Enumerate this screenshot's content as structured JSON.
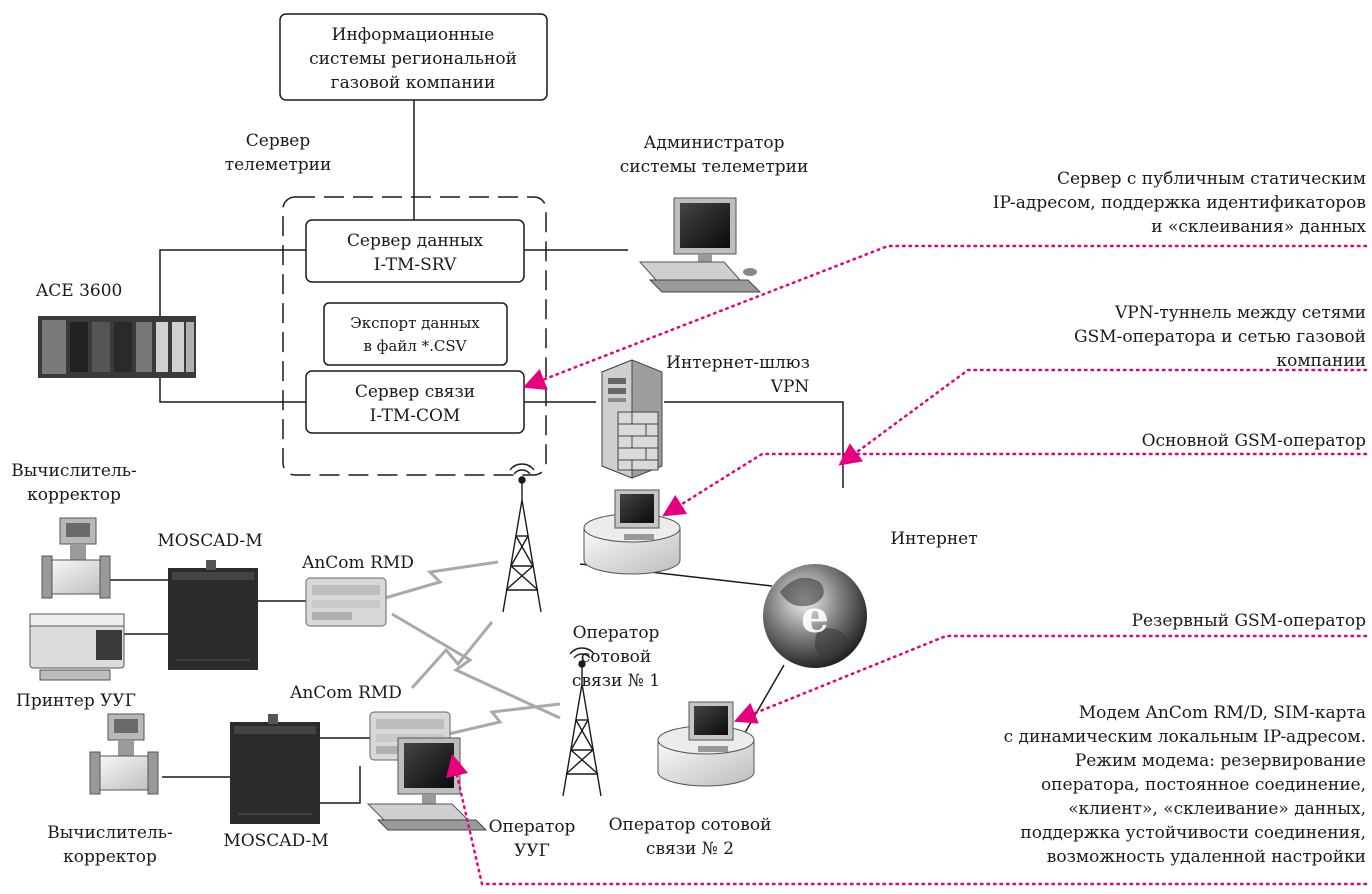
{
  "boxes": {
    "info_systems": [
      "Информационные",
      "системы региональной",
      "газовой компании"
    ],
    "data_server": [
      "Сервер данных",
      "I-TM-SRV"
    ],
    "export": [
      "Экспорт данных",
      "в файл *.CSV"
    ],
    "comm_server": [
      "Сервер связи",
      "I-TM-COM"
    ]
  },
  "labels": {
    "telemetry_server": [
      "Сервер",
      "телеметрии"
    ],
    "admin": [
      "Администратор",
      "системы телеметрии"
    ],
    "ace": "ACE 3600",
    "gateway": "Интернет-шлюз",
    "vpn": "VPN",
    "internet": "Интернет",
    "calc1": [
      "Вычислитель-",
      "корректор"
    ],
    "moscad_top": "MOSCAD-M",
    "ancom_top": "AnCom RMD",
    "printer": "Принтер УУГ",
    "ancom_bottom": "AnCom RMD",
    "calc2": [
      "Вычислитель-",
      "корректор"
    ],
    "moscad_bottom": "MOSCAD-M",
    "operator_uug": [
      "Оператор",
      "УУГ"
    ],
    "op1": [
      "Оператор",
      "сотовой",
      "связи № 1"
    ],
    "op2": [
      "Оператор сотовой",
      "связи № 2"
    ]
  },
  "notes": {
    "server": [
      "Сервер с публичным статическим",
      "IP-адресом, поддержка идентификаторов",
      "и «склеивания» данных"
    ],
    "vpn": [
      "VPN-туннель между сетями",
      "GSM-оператора и сетью газовой",
      "компании"
    ],
    "main_gsm": "Основной GSM-оператор",
    "reserve_gsm": "Резервный GSM-оператор",
    "modem": [
      "Модем AnCom RM/D, SIM-карта",
      "с динамическим локальным IP-адресом.",
      "Режим модема: резервирование",
      "оператора, постоянное соединение,",
      "«клиент», «склеивание» данных,",
      "поддержка устойчивости соединения,",
      "возможность удаленной настройки"
    ]
  },
  "colors": {
    "pointer": "#e6007e",
    "line": "#1a1a1a",
    "radio": "#a9a9a9"
  }
}
